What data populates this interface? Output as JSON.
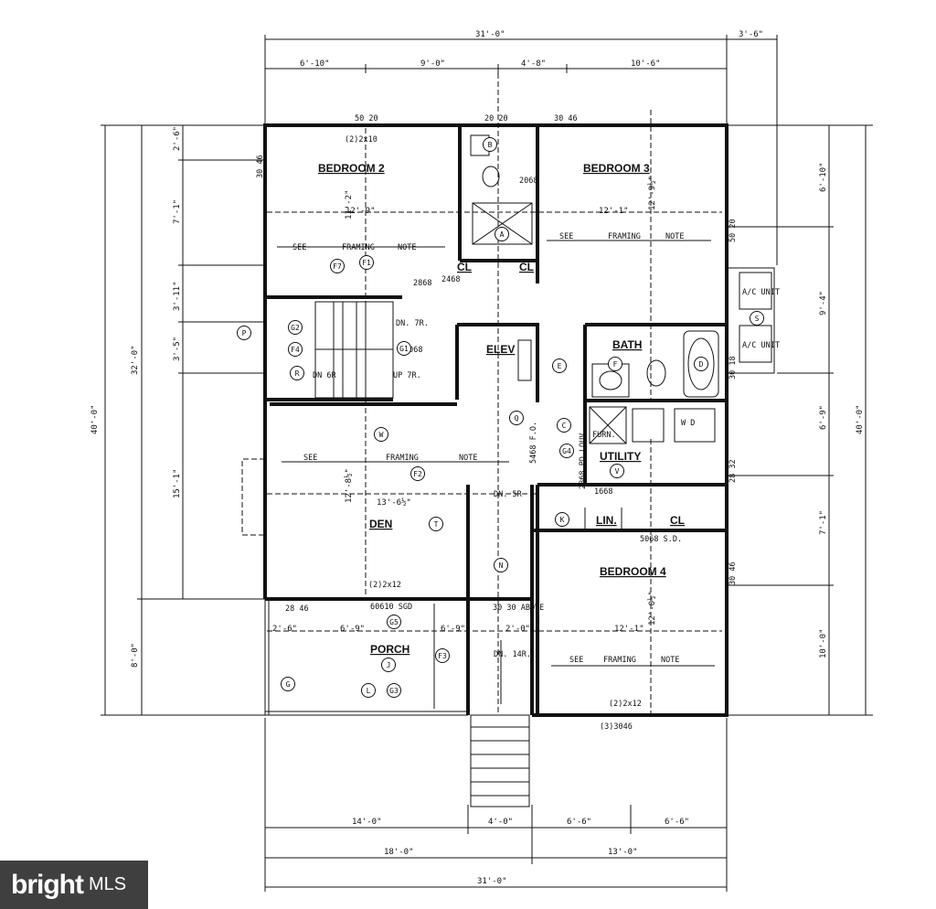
{
  "rooms": {
    "bedroom2": "BEDROOM 2",
    "bedroom3": "BEDROOM 3",
    "bedroom4": "BEDROOM 4",
    "den": "DEN",
    "porch": "PORCH",
    "bath": "BATH",
    "utility": "UTILITY",
    "elev": "ELEV",
    "cl": "CL",
    "lin": "LIN."
  },
  "dims": {
    "top_total": "31'-0\"",
    "top_extra": "3'-6\"",
    "top_a": "6'-10\"",
    "top_b": "9'-0\"",
    "top_c": "4'-8\"",
    "top_d": "10'-6\"",
    "bottom_a": "14'-0\"",
    "bottom_b": "4'-0\"",
    "bottom_c": "6'-6\"",
    "bottom_d": "6'-6\"",
    "bottom_e": "18'-0\"",
    "bottom_f": "13'-0\"",
    "bottom_total": "31'-0\"",
    "left_total": "40'-0\"",
    "left_main": "32'-0\"",
    "left_porch": "8'-0\"",
    "left_a": "2'-6\"",
    "left_b": "7'-1\"",
    "left_c": "3'-11\"",
    "left_d": "3'-5\"",
    "left_e": "15'-1\"",
    "right_total": "40'-0\"",
    "right_a": "6'-10\"",
    "right_b": "9'-4\"",
    "right_c": "6'-9\"",
    "right_d": "7'-1\"",
    "right_e": "10'-0\"",
    "bed2_w": "12'-9\"",
    "bed2_h": "11'-2\"",
    "bed3_w": "12'-1\"",
    "bed3_h": "12'-9½\"",
    "den_w": "13'-6½\"",
    "den_h": "12'-8½\"",
    "bed4_w": "12'-1\"",
    "bed4_h": "12'-0½\"",
    "porch_a": "2'-6\"",
    "porch_b": "6'-9\"",
    "porch_c": "6'-9\"",
    "porch_d": "2'-0\""
  },
  "labels": {
    "see_framing_note": [
      "SEE",
      "FRAMING",
      "NOTE"
    ],
    "header_top": "(2)2x10",
    "header_den": "(2)2x12",
    "header_bed4": "(2)2x12",
    "window_bed4": "(3)3046",
    "sgd": "60610 SGD",
    "sd_5068": "5068 S.D.",
    "dn_7r": "DN. 7R.",
    "up_7r": "UP 7R.",
    "dn_6r": "DN 6R",
    "dn_5r": "DN. 5R",
    "dn_14r": "DN. 14R.",
    "above": "30 30 ABOVE",
    "ac_unit": "A/C UNIT",
    "furn": "FURN.",
    "wd": "W D",
    "louv": "2868 PD LOUV.",
    "fo": "5468 F.O.",
    "w1": "50 20",
    "w2": "20 20",
    "w3": "30 46",
    "w4": "30 46",
    "w5": "50 20",
    "w6": "28 46",
    "w7": "28 32",
    "w8": "30 46",
    "w9": "30 18",
    "door_2868": "2868",
    "door_2068": "2068",
    "door_2468": "2468",
    "door_3068": "3068",
    "door_1668": "1668"
  },
  "tags": [
    "A",
    "B",
    "C",
    "D",
    "E",
    "F",
    "G",
    "J",
    "K",
    "L",
    "N",
    "P",
    "Q",
    "R",
    "S",
    "T",
    "V",
    "W",
    "F1",
    "F2",
    "F3",
    "F4",
    "F7",
    "G1",
    "G2",
    "G3",
    "G4",
    "G5"
  ],
  "watermark": {
    "brand": "bright",
    "suffix": "MLS"
  }
}
